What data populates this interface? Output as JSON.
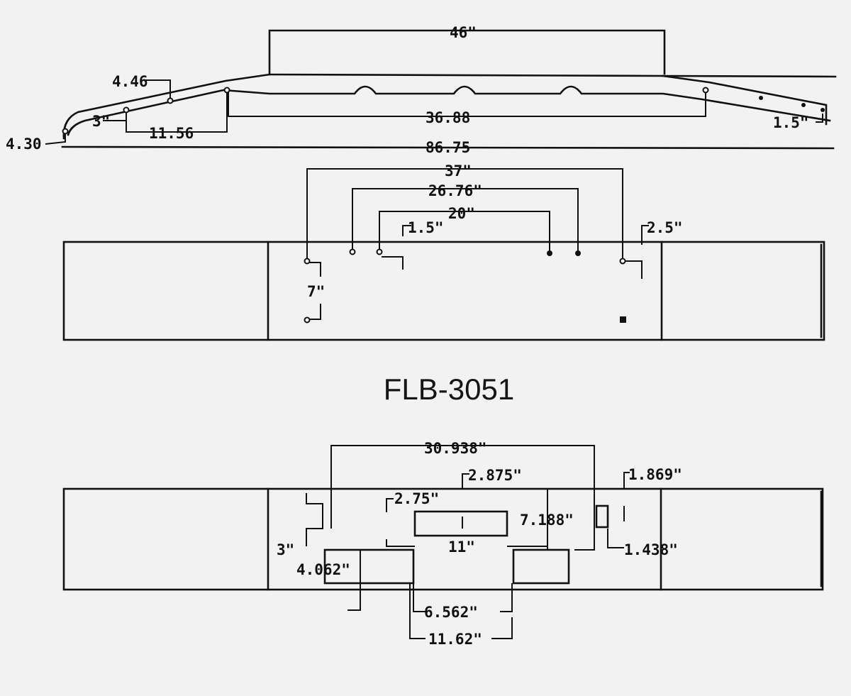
{
  "part_number": "FLB-3051",
  "side_view": {
    "dims": {
      "d46": "46\"",
      "d446": "4.46",
      "d3": "3\"",
      "d1156": "11.56",
      "d3688": "36.88",
      "d430": "4.30",
      "d8675": "86.75",
      "d15": "1.5\""
    }
  },
  "front_view": {
    "dims": {
      "d37": "37\"",
      "d2676": "26.76\"",
      "d20": "20\"",
      "d15": "1.5\"",
      "d25": "2.5\"",
      "d7": "7\""
    }
  },
  "bottom_view": {
    "dims": {
      "d30938": "30.938\"",
      "d2875": "2.875\"",
      "d1869": "1.869\"",
      "d275": "2.75\"",
      "d7188": "7.188\"",
      "d3": "3\"",
      "d11": "11\"",
      "d1438": "1.438\"",
      "d4062": "4.062\"",
      "d6562": "6.562\"",
      "d1162": "11.62\""
    }
  }
}
